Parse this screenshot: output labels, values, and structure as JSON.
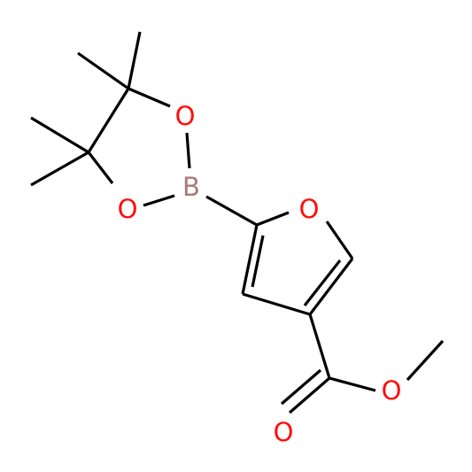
{
  "molecule": {
    "atoms": {
      "o_boronate_upper": "O",
      "o_boronate_lower": "O",
      "boron": "B",
      "o_furan": "O",
      "o_ester_single": "O",
      "o_carbonyl": "O"
    },
    "colors": {
      "bond": "#000000",
      "oxygen": "#ff0d0d",
      "boron": "#a87a7a",
      "background": "#ffffff"
    }
  }
}
